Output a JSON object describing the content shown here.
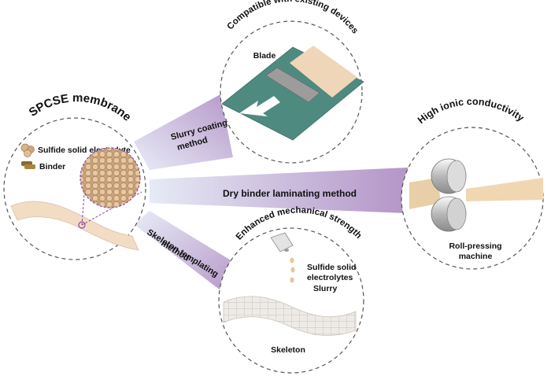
{
  "center": {
    "title": "SPCSE membrane",
    "legend": [
      {
        "label": "Sulfide solid electrolyte",
        "icon": "electrolyte-particle-icon"
      },
      {
        "label": "Binder",
        "icon": "binder-icon"
      }
    ]
  },
  "methods": {
    "slurry": {
      "line1": "Slurry coating",
      "line2": "method"
    },
    "dry": {
      "label": "Dry binder laminating method"
    },
    "skeleton": {
      "line1": "Skeleton templating",
      "line2": "method"
    }
  },
  "top_panel": {
    "arc_title": "Compatible with existing devices",
    "blade": "Blade"
  },
  "right_panel": {
    "arc_title": "High ionic conductivity",
    "line1": "Roll-pressing",
    "line2": "machine"
  },
  "bottom_panel": {
    "arc_title": "Enhanced mechanical strength",
    "electrolyte_line1": "Sulfide solid",
    "electrolyte_line2": "electrolytes",
    "slurry": "Slurry",
    "skeleton": "Skeleton"
  },
  "colors": {
    "band_light": "#e6eaf6",
    "band_purple": "#b595c8",
    "blade_base": "#4f8a80",
    "membrane": "#f2dcc4"
  }
}
